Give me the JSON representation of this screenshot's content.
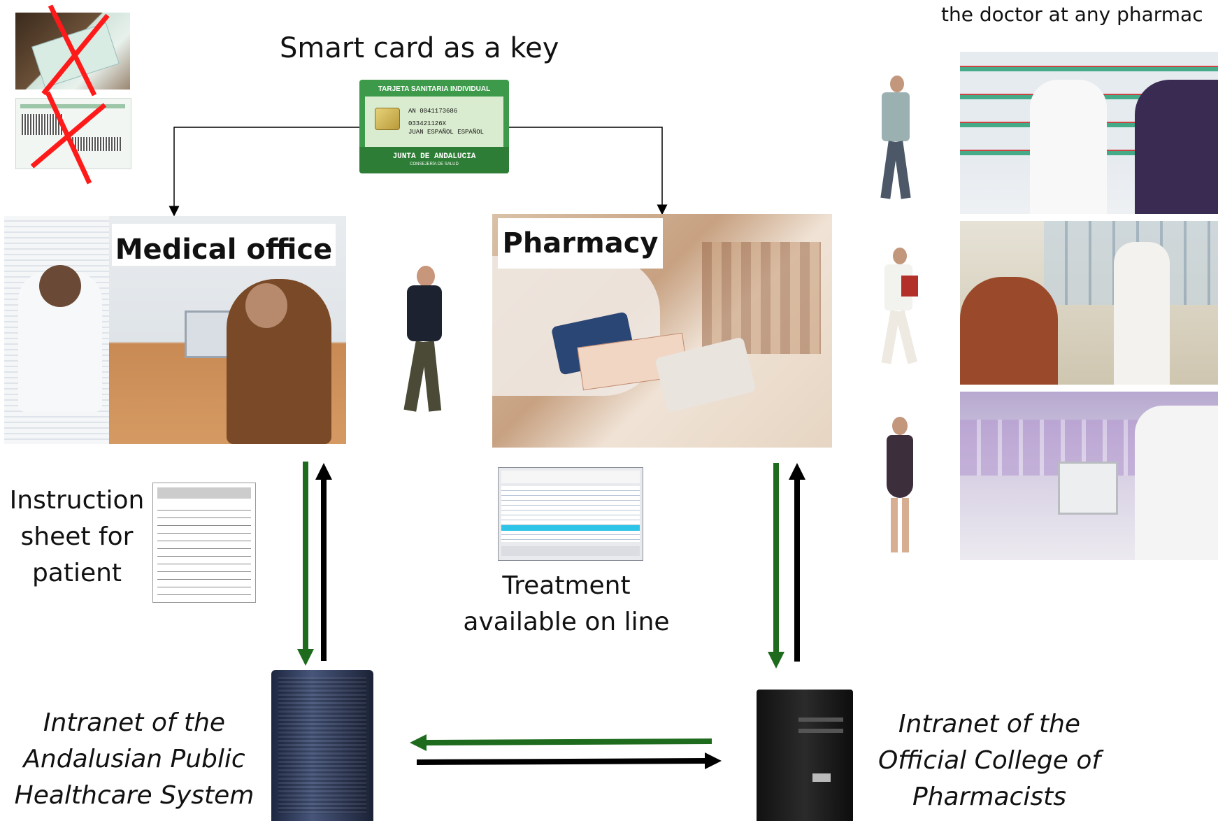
{
  "top_right_caption": "the doctor at any pharmac",
  "smart_card": {
    "caption": "Smart card as a key",
    "title": "TARJETA SANITARIA INDIVIDUAL",
    "line1": "AN 0041173686",
    "line2": "033421126X",
    "line3": "JUAN ESPAÑOL ESPAÑOL",
    "issuer": "JUNTA DE ANDALUCIA",
    "issuer_sub": "CONSEJERÍA DE SALUD"
  },
  "medical_office": {
    "label": "Medical office"
  },
  "pharmacy": {
    "label": "Pharmacy"
  },
  "instruction_sheet": {
    "line1": "Instruction",
    "line2": "sheet for",
    "line3": "patient"
  },
  "treatment": {
    "line1": "Treatment",
    "line2": "available on line"
  },
  "intranet_left": {
    "line1": "Intranet of the",
    "line2": "Andalusian Public",
    "line3": "Healthcare System"
  },
  "intranet_right": {
    "line1": "Intranet of the",
    "line2": "Official College of",
    "line3": "Pharmacists"
  },
  "colors": {
    "green_arrow": "#1e6b1e",
    "black_arrow": "#000000",
    "red_cross": "#ff1a1a",
    "card_green": "#2f8a3a"
  },
  "icons": [
    "red-cross-icon",
    "chip-icon",
    "server-icon"
  ]
}
